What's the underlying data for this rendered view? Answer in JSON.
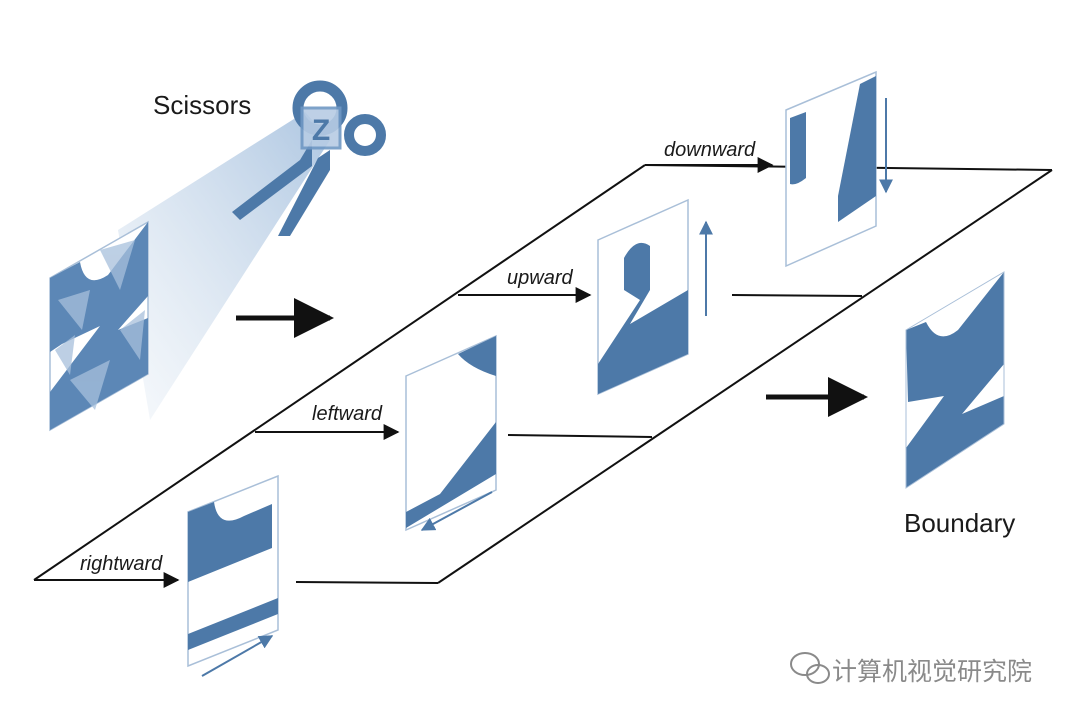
{
  "colors": {
    "blue": "#4d79a8",
    "light_blue": "#c9d9ea",
    "line": "#111111",
    "watermark": "#8a8a8a"
  },
  "labels": {
    "scissors": "Scissors",
    "boundary": "Boundary",
    "rightward": "rightward",
    "leftward": "leftward",
    "upward": "upward",
    "downward": "downward"
  },
  "icons": {
    "scissors": "scissors-icon",
    "watermark_logo": "wechat-icon"
  },
  "watermark": {
    "text": "计算机视觉研究院"
  }
}
